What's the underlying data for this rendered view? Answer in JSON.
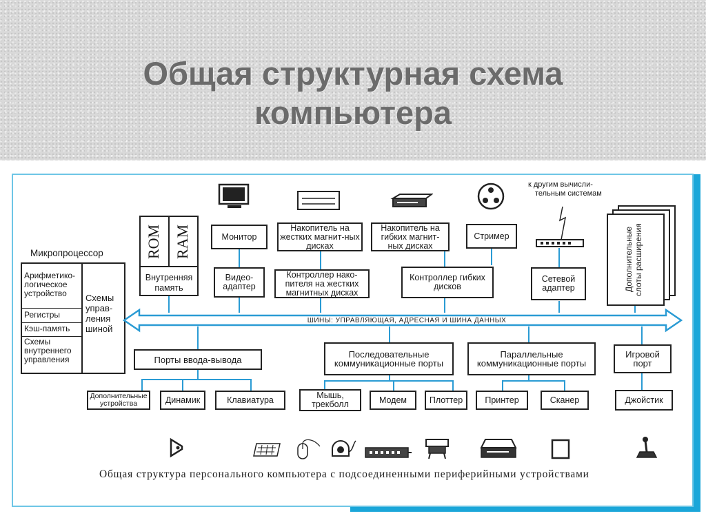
{
  "title": {
    "line1": "Общая структурная схема",
    "line2": "компьютера"
  },
  "colors": {
    "bus": "#2a9bd4",
    "accent": "#1aa6d9",
    "frame": "#6ec6e6"
  },
  "labels": {
    "microprocessor": "Микропроцессор",
    "network_note_1": "к другим вычисли-",
    "network_note_2": "тельным системам",
    "bus": "ШИНЫ: УПРАВЛЯЮЩАЯ, АДРЕСНАЯ И ШИНА ДАННЫХ",
    "caption": "Общая структура персонального компьютера с подсоединенными периферийными устройствами"
  },
  "cpu": {
    "cells": [
      "Арифметико-логическое устройство",
      "Регистры",
      "Кэш-память",
      "Схемы внутреннего управления"
    ],
    "bus_control": "Схемы управ-ления шиной"
  },
  "memory": {
    "rom": "ROM",
    "ram": "RAM",
    "label": "Внутренняя память"
  },
  "top_devices": {
    "monitor": "Монитор",
    "hdd": "Накопитель на жестких магнит-ных дисках",
    "fdd": "Накопитель на гибких магнит-ных дисках",
    "streamer": "Стример"
  },
  "controllers": {
    "video": "Видео-адаптер",
    "hdd": "Контроллер нако-пителя на жестких магнитных дисках",
    "fdd": "Контроллер гибких дисков",
    "network": "Сетевой адаптер"
  },
  "expansion": "Дополнительные слоты расширения",
  "ports": {
    "io": "Порты ввода-вывода",
    "serial": "Последовательные коммуникационные порты",
    "parallel": "Параллельные коммуникационные порты",
    "game": "Игровой порт"
  },
  "peripherals": {
    "extra": "Дополнительные устройства",
    "speaker": "Динамик",
    "keyboard": "Клавиатура",
    "mouse": "Мышь, трекболл",
    "modem": "Модем",
    "plotter": "Плоттер",
    "printer": "Принтер",
    "scanner": "Сканер",
    "joystick": "Джойстик"
  }
}
